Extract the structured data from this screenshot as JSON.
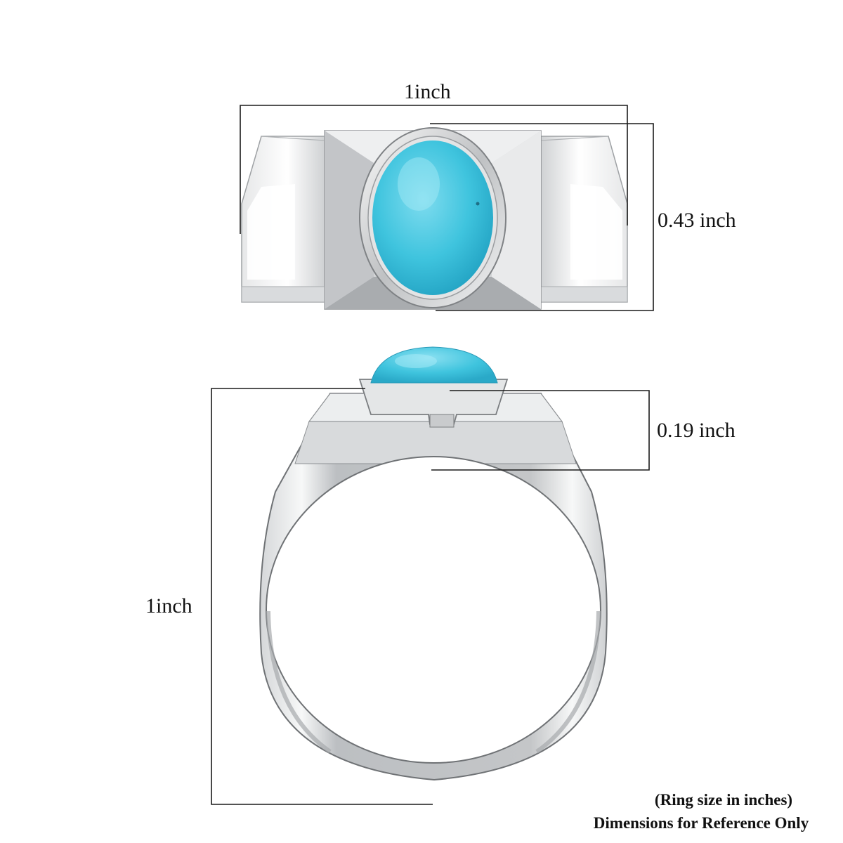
{
  "dimensions": {
    "top_view_width": "1inch",
    "top_view_height": "0.43 inch",
    "side_view_stone_height": "0.19 inch",
    "side_view_total_height": "1inch"
  },
  "notes": {
    "ring_size_unit": "(Ring size in inches)",
    "disclaimer": "Dimensions for Reference Only"
  },
  "colors": {
    "background": "#ffffff",
    "metal_light": "#f4f5f6",
    "metal_mid": "#c9cbcd",
    "metal_dark": "#8a8d90",
    "stone": "#3fc4de",
    "stone_highlight": "#a9ecf7",
    "dimension_line": "#1a1a1a"
  },
  "stone": {
    "name_icon": "turquoise-oval-cabochon"
  },
  "images": [
    {
      "view": "top",
      "icon": "ring-top-view-icon"
    },
    {
      "view": "side",
      "icon": "ring-side-view-icon"
    }
  ]
}
